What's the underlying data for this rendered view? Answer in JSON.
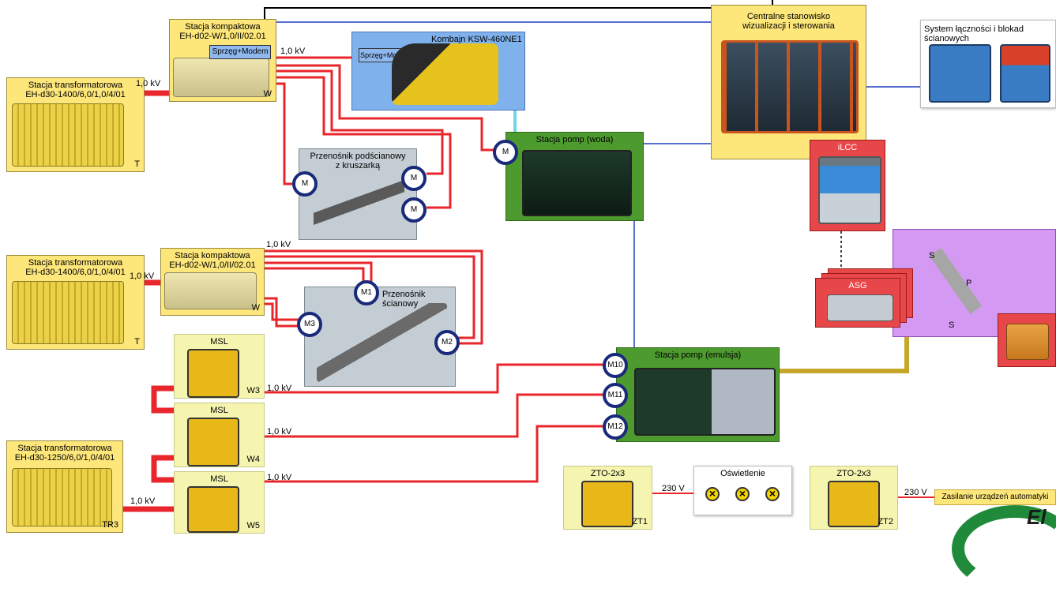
{
  "trafo1": {
    "title1": "Stacja transformatorowa",
    "title2": "EH-d30-1400/6,0/1,0/4/01",
    "tag": "T"
  },
  "trafo2": {
    "title1": "Stacja transformatorowa",
    "title2": "EH-d30-1400/6,0/1,0/4/01",
    "tag": "T"
  },
  "trafo3": {
    "title1": "Stacja transformatorowa",
    "title2": "EH-d30-1250/6,0/1,0/4/01",
    "tag": "TR3"
  },
  "compact1": {
    "title1": "Stacja kompaktowa",
    "title2": "EH-d02-W/1,0/II/02.01",
    "tag": "W",
    "modem": "Sprzęg+Modem"
  },
  "compact2": {
    "title1": "Stacja kompaktowa",
    "title2": "EH-d02-W/1,0/II/02.01",
    "tag": "W"
  },
  "kombajn": {
    "title": "Kombajn KSW-460NE1",
    "modem": "Sprzęg+Modem"
  },
  "przenosnik_pod": {
    "title1": "Przenośnik podścianowy",
    "title2": "z kruszarką"
  },
  "przenosnik_sc": {
    "title": "Przenośnik ścianowy"
  },
  "pompa_woda": {
    "title": "Stacja pomp (woda)"
  },
  "pompa_emulsja": {
    "title": "Stacja pomp (emulsja)"
  },
  "centrala": {
    "title1": "Centralne stanowisko",
    "title2": "wizualizacji i sterowania"
  },
  "system": {
    "title": "System łączności i blokad ścianowych"
  },
  "ilcc": {
    "title": "iLCC"
  },
  "asg": {
    "title": "ASG"
  },
  "msl": [
    {
      "title": "MSL",
      "tag": "W3"
    },
    {
      "title": "MSL",
      "tag": "W4"
    },
    {
      "title": "MSL",
      "tag": "W5"
    }
  ],
  "zto1": {
    "title": "ZTO-2x3",
    "tag": "ZT1"
  },
  "zto2": {
    "title": "ZTO-2x3",
    "tag": "ZT2"
  },
  "oswietlenie": {
    "title": "Oświetlenie"
  },
  "zasilanie": {
    "title": "Zasilanie urządzeń automatyki"
  },
  "motors": {
    "m": "M",
    "m1": "M1",
    "m2": "M2",
    "m3": "M3",
    "m10": "M10",
    "m11": "M11",
    "m12": "M12"
  },
  "labels": {
    "kv": "1,0 kV",
    "v230": "230 V",
    "s": "S",
    "p": "P"
  },
  "logo": {
    "text": "El"
  }
}
